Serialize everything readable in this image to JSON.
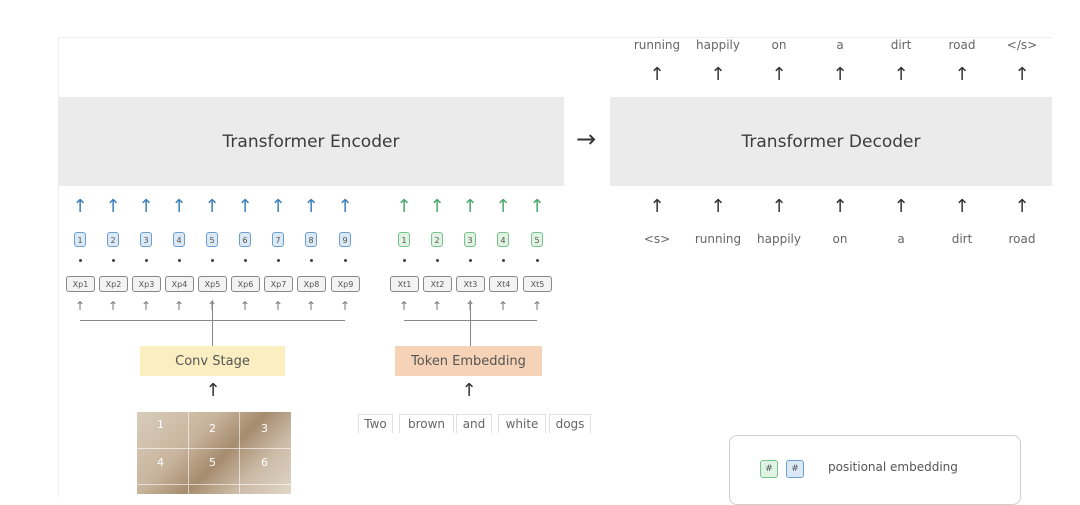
{
  "encoder": {
    "label": "Transformer Encoder"
  },
  "decoder": {
    "label": "Transformer Decoder"
  },
  "between_arrow": "→",
  "up_arrow": "↑",
  "decoder_outputs": [
    "running",
    "happily",
    "on",
    "a",
    "dirt",
    "road",
    "</s>"
  ],
  "decoder_inputs": [
    "<s>",
    "running",
    "happily",
    "on",
    "a",
    "dirt",
    "road"
  ],
  "image_positions": [
    "1",
    "2",
    "3",
    "4",
    "5",
    "6",
    "7",
    "8",
    "9"
  ],
  "image_tokens": [
    "Xp1",
    "Xp2",
    "Xp3",
    "Xp4",
    "Xp5",
    "Xp6",
    "Xp7",
    "Xp8",
    "Xp9"
  ],
  "text_positions": [
    "1",
    "2",
    "3",
    "4",
    "5"
  ],
  "text_tokens": [
    "Xt1",
    "Xt2",
    "Xt3",
    "Xt4",
    "Xt5"
  ],
  "conv_stage": {
    "label": "Conv Stage"
  },
  "token_embedding": {
    "label": "Token Embedding"
  },
  "input_words": [
    "Two",
    "brown",
    "and",
    "white",
    "dogs"
  ],
  "image_tile_numbers": [
    "1",
    "2",
    "3",
    "4",
    "5",
    "6"
  ],
  "legend": {
    "symbol": "#",
    "label": "positional embedding"
  },
  "colors": {
    "image_branch": "#3c7fb8",
    "text_branch": "#4aa86a",
    "conv_stage": "#fbeec0",
    "token_embedding": "#f6d3b6",
    "block": "#ebebeb"
  }
}
